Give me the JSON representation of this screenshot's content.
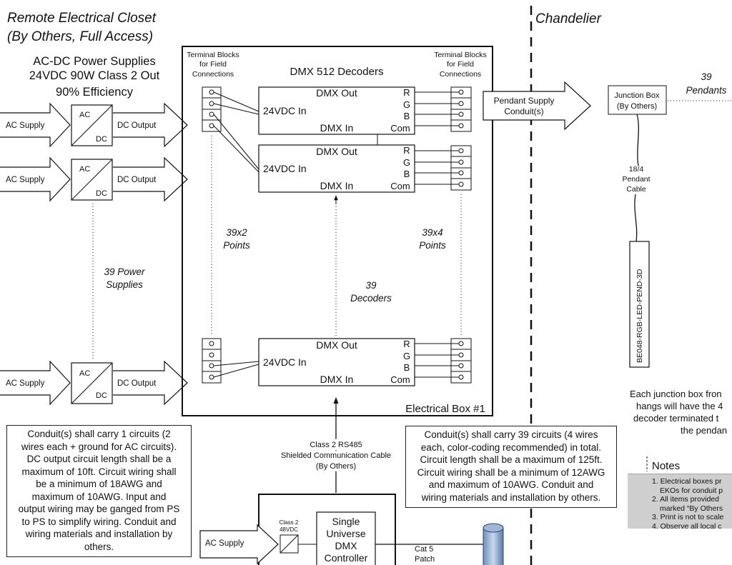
{
  "headers": {
    "remote_closet_line1": "Remote Electrical Closet",
    "remote_closet_line2": "(By Others, Full Access)",
    "chandelier": "Chandelier"
  },
  "power_supplies": {
    "title_line1": "AC-DC Power Supplies",
    "title_line2": "24VDC 90W Class 2 Out",
    "title_line3": "90% Efficiency",
    "ac_label": "AC",
    "dc_label": "DC",
    "ac_supply": "AC Supply",
    "dc_output": "DC Output",
    "count_line1": "39 Power",
    "count_line2": "Supplies"
  },
  "electrical_box": {
    "title": "DMX 512 Decoders",
    "label": "Electrical Box #1",
    "terminal_left_line1": "Terminal Blocks",
    "terminal_left_line2": "for Field",
    "terminal_left_line3": "Connections",
    "terminal_right_line1": "Terminal Blocks",
    "terminal_right_line2": "for Field",
    "terminal_right_line3": "Connections",
    "dmx_out": "DMX Out",
    "dmx_in": "DMX In",
    "vin": "24VDC In",
    "r": "R",
    "g": "G",
    "b": "B",
    "com": "Com",
    "points_left_line1": "39x2",
    "points_left_line2": "Points",
    "points_right_line1": "39x4",
    "points_right_line2": "Points",
    "decoders_line1": "39",
    "decoders_line2": "Decoders"
  },
  "pendant_supply": {
    "line1": "Pendant Supply",
    "line2": "Conduit(s)"
  },
  "chandelier": {
    "junction_line1": "Junction Box",
    "junction_line2": "(By Others)",
    "pendants_line1": "39",
    "pendants_line2": "Pendants",
    "cable_line1": "18/4",
    "cable_line2": "Pendant",
    "cable_line3": "Cable",
    "fixture_code": "BE048-RGB-LED-PEND-3D",
    "jbox_note_line1": "Each junction box fron",
    "jbox_note_line2": "hangs will have the 4",
    "jbox_note_line3": "decoder terminated t",
    "jbox_note_line4": "the pendan"
  },
  "communication": {
    "line1": "Class 2 RS485",
    "line2": "Shielded Communication Cable",
    "line3": "(By Others)"
  },
  "note_left": {
    "line1": "Conduit(s) shall carry 1 circuits (2",
    "line2": "wires each + ground for AC circuits).",
    "line3": "DC output circuit length shall be a",
    "line4": "maximum of 10ft. Circuit wiring shall",
    "line5": "be a minimum of 18AWG and",
    "line6": "maximum of 10AWG. Input and",
    "line7": "output wiring may be ganged from PS",
    "line8": "to PS to simplify wiring. Conduit and",
    "line9": "wiring materials and installation by",
    "line10": "others."
  },
  "note_right": {
    "line1": "Conduit(s) shall carry 39 circuits (4 wires",
    "line2": "each, color-coding recommended) in total.",
    "line3": "Circuit length shall be a maximum of 125ft.",
    "line4": "Circuit wiring shall be a minimum of 12AWG",
    "line5": "and maximum of 10AWG. Conduit and",
    "line6": "wiring materials and installation by others."
  },
  "controller": {
    "ac_supply": "AC Supply",
    "class2_line1": "Class 2",
    "class2_line2": "48VDC",
    "title_line1": "Single",
    "title_line2": "Universe",
    "title_line3": "DMX",
    "title_line4": "Controller",
    "cat5_line1": "Cat 5",
    "cat5_line2": "Patch"
  },
  "notes": {
    "title": "Notes",
    "item1a": "1. Electrical boxes pr",
    "item1b": "EKOs for conduit p",
    "item2a": "2. All items provided",
    "item2b": "marked “By Others",
    "item3": "3. Print is not to scale",
    "item4": "4. Observe all local c"
  }
}
